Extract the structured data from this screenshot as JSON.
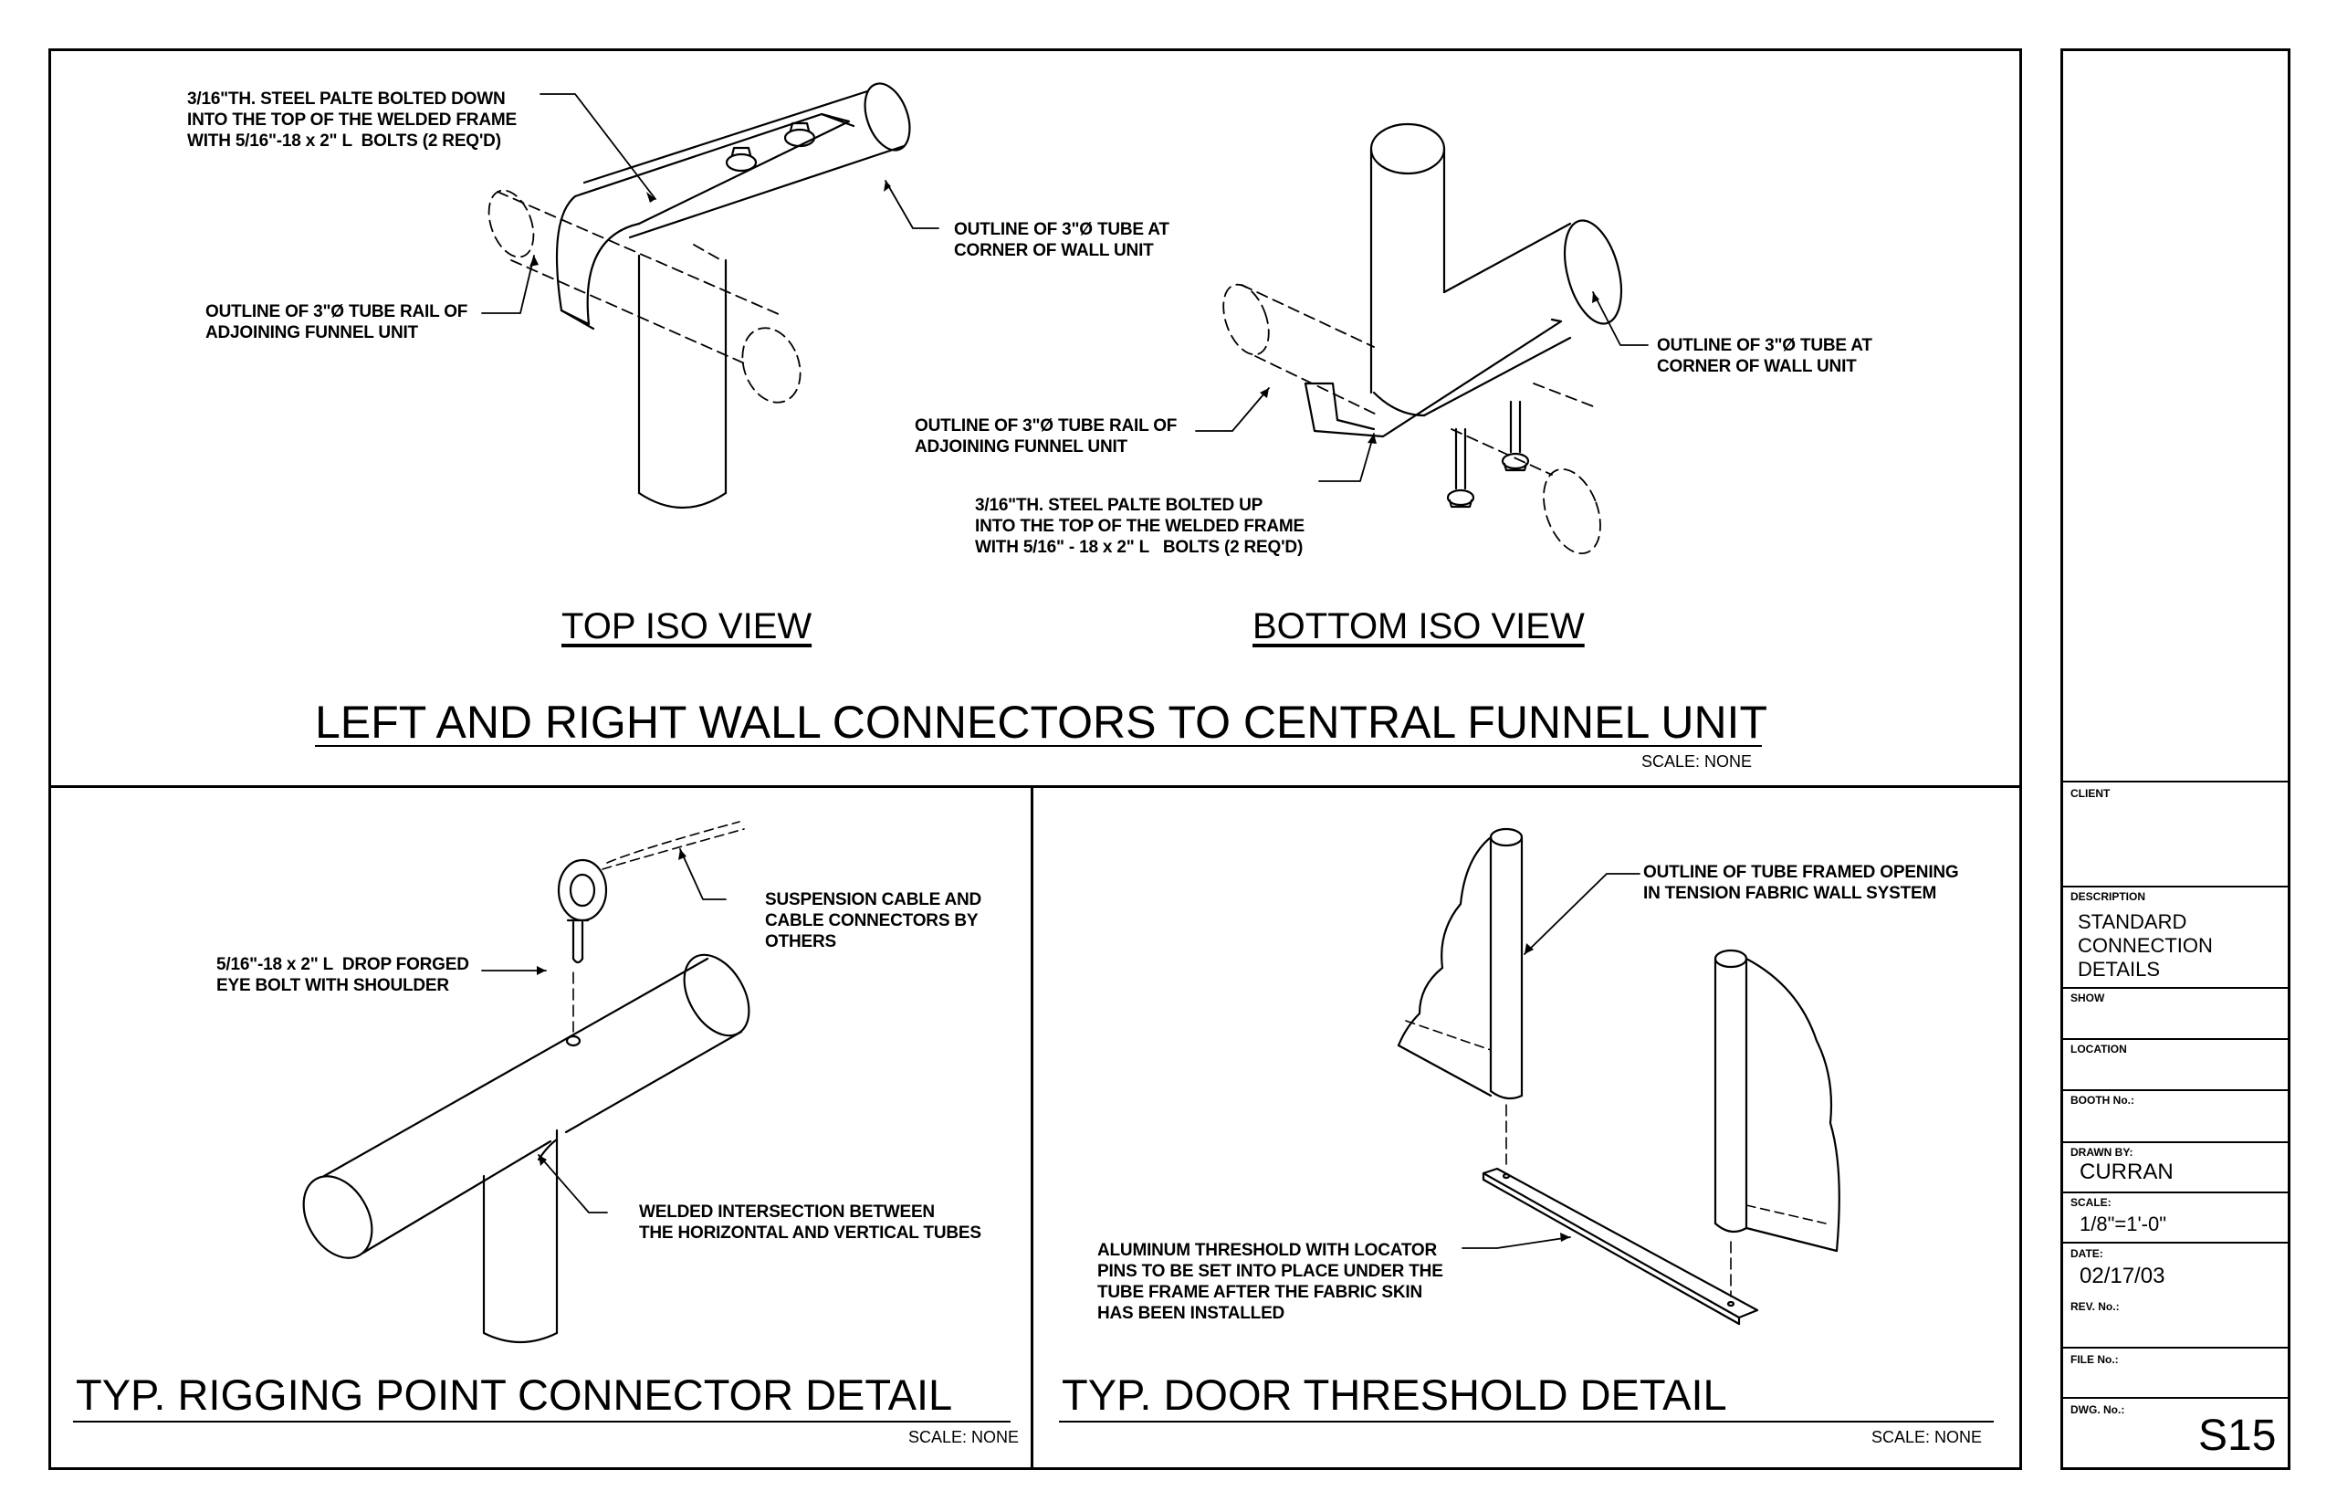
{
  "drawing_title": "LEFT AND RIGHT WALL CONNECTORS TO CENTRAL FUNNEL UNIT",
  "drawing_scale": "SCALE: NONE",
  "top_iso": {
    "title": "TOP ISO VIEW",
    "plate_note": "3/16\"TH. STEEL PALTE BOLTED DOWN\nINTO THE TOP OF THE WELDED FRAME\nWITH 5/16\"-18 x 2\" L  BOLTS (2 REQ'D)",
    "corner_tube_note": "OUTLINE OF 3\"Ø TUBE AT\nCORNER OF WALL UNIT",
    "rail_note": "OUTLINE OF 3\"Ø TUBE RAIL OF\nADJOINING FUNNEL UNIT"
  },
  "bottom_iso": {
    "title": "BOTTOM ISO VIEW",
    "corner_tube_note": "OUTLINE OF 3\"Ø TUBE AT\nCORNER OF WALL UNIT",
    "rail_note": "OUTLINE OF 3\"Ø TUBE RAIL OF\nADJOINING FUNNEL UNIT",
    "plate_note": "3/16\"TH. STEEL PALTE BOLTED UP\nINTO THE TOP OF THE WELDED FRAME\nWITH 5/16\" - 18 x 2\" L   BOLTS (2 REQ'D)"
  },
  "rigging": {
    "title": "TYP. RIGGING POINT CONNECTOR DETAIL",
    "scale": "SCALE: NONE",
    "cable_note": "SUSPENSION CABLE AND\nCABLE CONNECTORS BY\nOTHERS",
    "eyebolt_note": "5/16\"-18 x 2\" L  DROP FORGED\nEYE BOLT WITH SHOULDER",
    "weld_note": "WELDED INTERSECTION BETWEEN\nTHE HORIZONTAL AND VERTICAL TUBES"
  },
  "door": {
    "title": "TYP. DOOR THRESHOLD DETAIL",
    "scale": "SCALE: NONE",
    "opening_note": "OUTLINE OF TUBE FRAMED OPENING\nIN TENSION FABRIC WALL SYSTEM",
    "threshold_note": "ALUMINUM THRESHOLD WITH LOCATOR\nPINS TO BE SET INTO PLACE UNDER THE\nTUBE FRAME AFTER THE FABRIC SKIN\nHAS BEEN INSTALLED"
  },
  "title_block": {
    "client_label": "CLIENT",
    "client_value": "",
    "description_label": "DESCRIPTION",
    "description_value": "STANDARD\nCONNECTION\nDETAILS",
    "show_label": "SHOW",
    "location_label": "LOCATION",
    "booth_label": "BOOTH No.:",
    "drawn_by_label": "DRAWN BY:",
    "drawn_by_value": "CURRAN",
    "scale_label": "SCALE:",
    "scale_value": "1/8\"=1'-0\"",
    "date_label": "DATE:",
    "date_value": "02/17/03",
    "rev_label": "REV. No.:",
    "file_label": "FILE No.:",
    "dwg_label": "DWG. No.:",
    "dwg_value": "S15"
  }
}
